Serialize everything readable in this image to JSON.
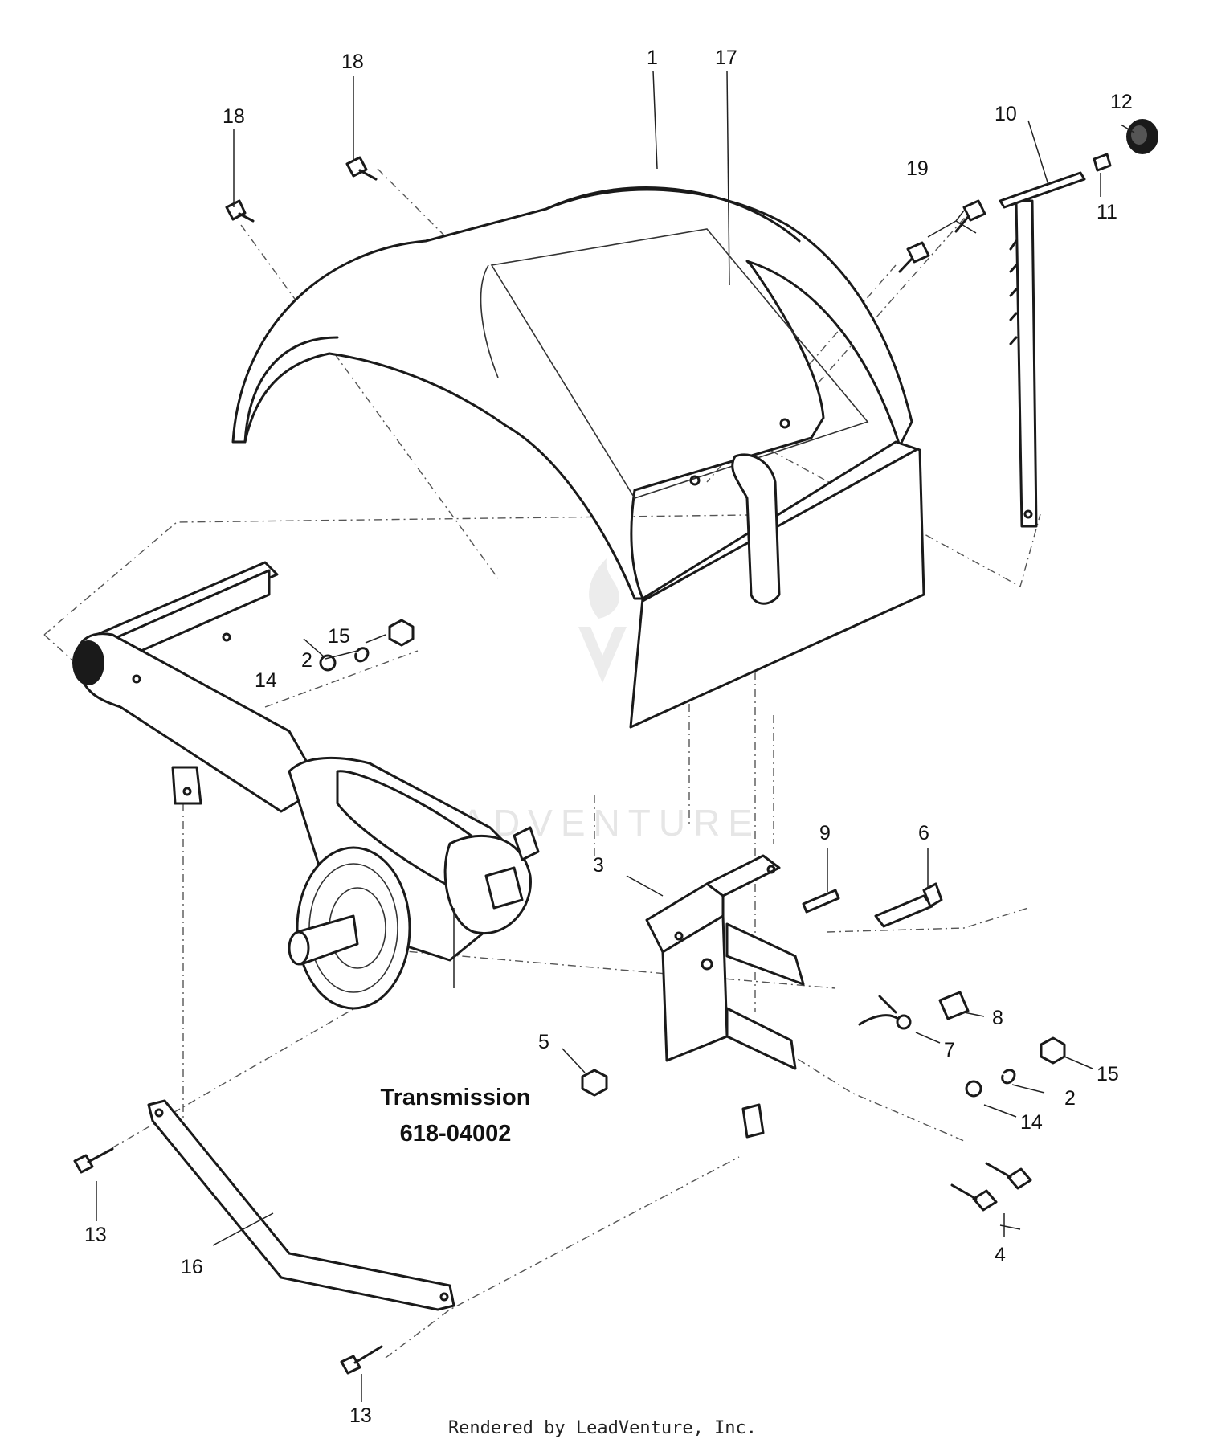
{
  "callouts": {
    "c1": "1",
    "c2a": "2",
    "c2b": "2",
    "c3": "3",
    "c4": "4",
    "c5": "5",
    "c6": "6",
    "c7": "7",
    "c8": "8",
    "c9": "9",
    "c10": "10",
    "c11": "11",
    "c12": "12",
    "c13a": "13",
    "c13b": "13",
    "c14a": "14",
    "c14b": "14",
    "c15a": "15",
    "c15b": "15",
    "c16": "16",
    "c17": "17",
    "c18a": "18",
    "c18b": "18",
    "c19": "19"
  },
  "transmission": {
    "name": "Transmission",
    "part_number": "618-04002"
  },
  "watermark": "LEADVENTURE",
  "footer": "Rendered by LeadVenture, Inc."
}
